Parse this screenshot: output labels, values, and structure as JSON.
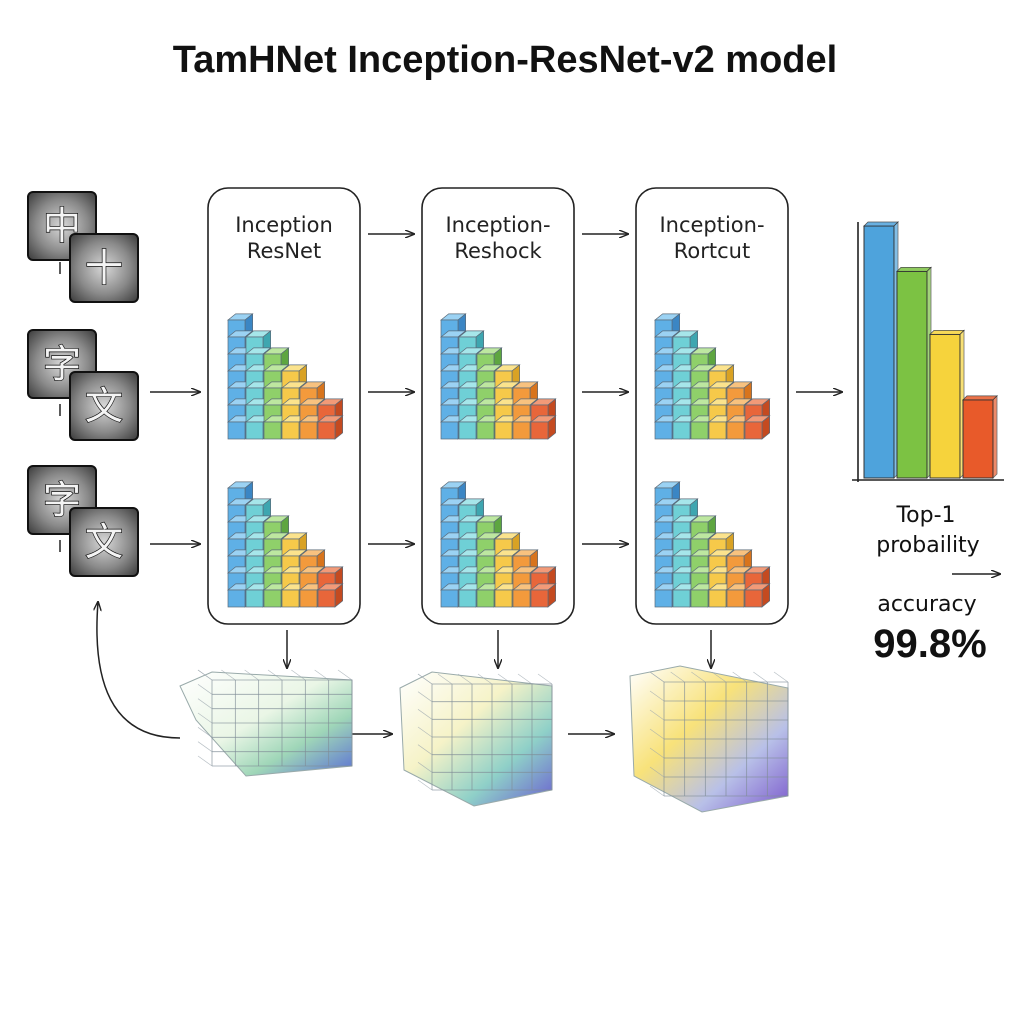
{
  "title": "TamHNet Inception-ResNet-v2 model",
  "blocks": [
    {
      "line1": "Inception",
      "line2": "ResNet"
    },
    {
      "line1": "Inception-",
      "line2": "Reshock"
    },
    {
      "line1": "Inception-",
      "line2": "Rortcut"
    }
  ],
  "input_glyphs": [
    "中",
    "十",
    "字",
    "文",
    "字",
    "文"
  ],
  "output": {
    "label_line1": "Top-1",
    "label_line2": "probaility",
    "accuracy_label": "accuracy",
    "accuracy_value": "99.8%"
  },
  "colors": {
    "bar_blue": "#4ea3dc",
    "bar_green": "#7cc243",
    "bar_yellow": "#f6d33c",
    "bar_orange": "#e85a2a"
  },
  "chart_data": {
    "type": "bar",
    "categories": [
      "",
      "",
      "",
      ""
    ],
    "values": [
      1.0,
      0.82,
      0.57,
      0.31
    ],
    "ylim": [
      0,
      1
    ],
    "title": "",
    "xlabel": "",
    "ylabel": "",
    "grid": false,
    "legend": "none"
  }
}
